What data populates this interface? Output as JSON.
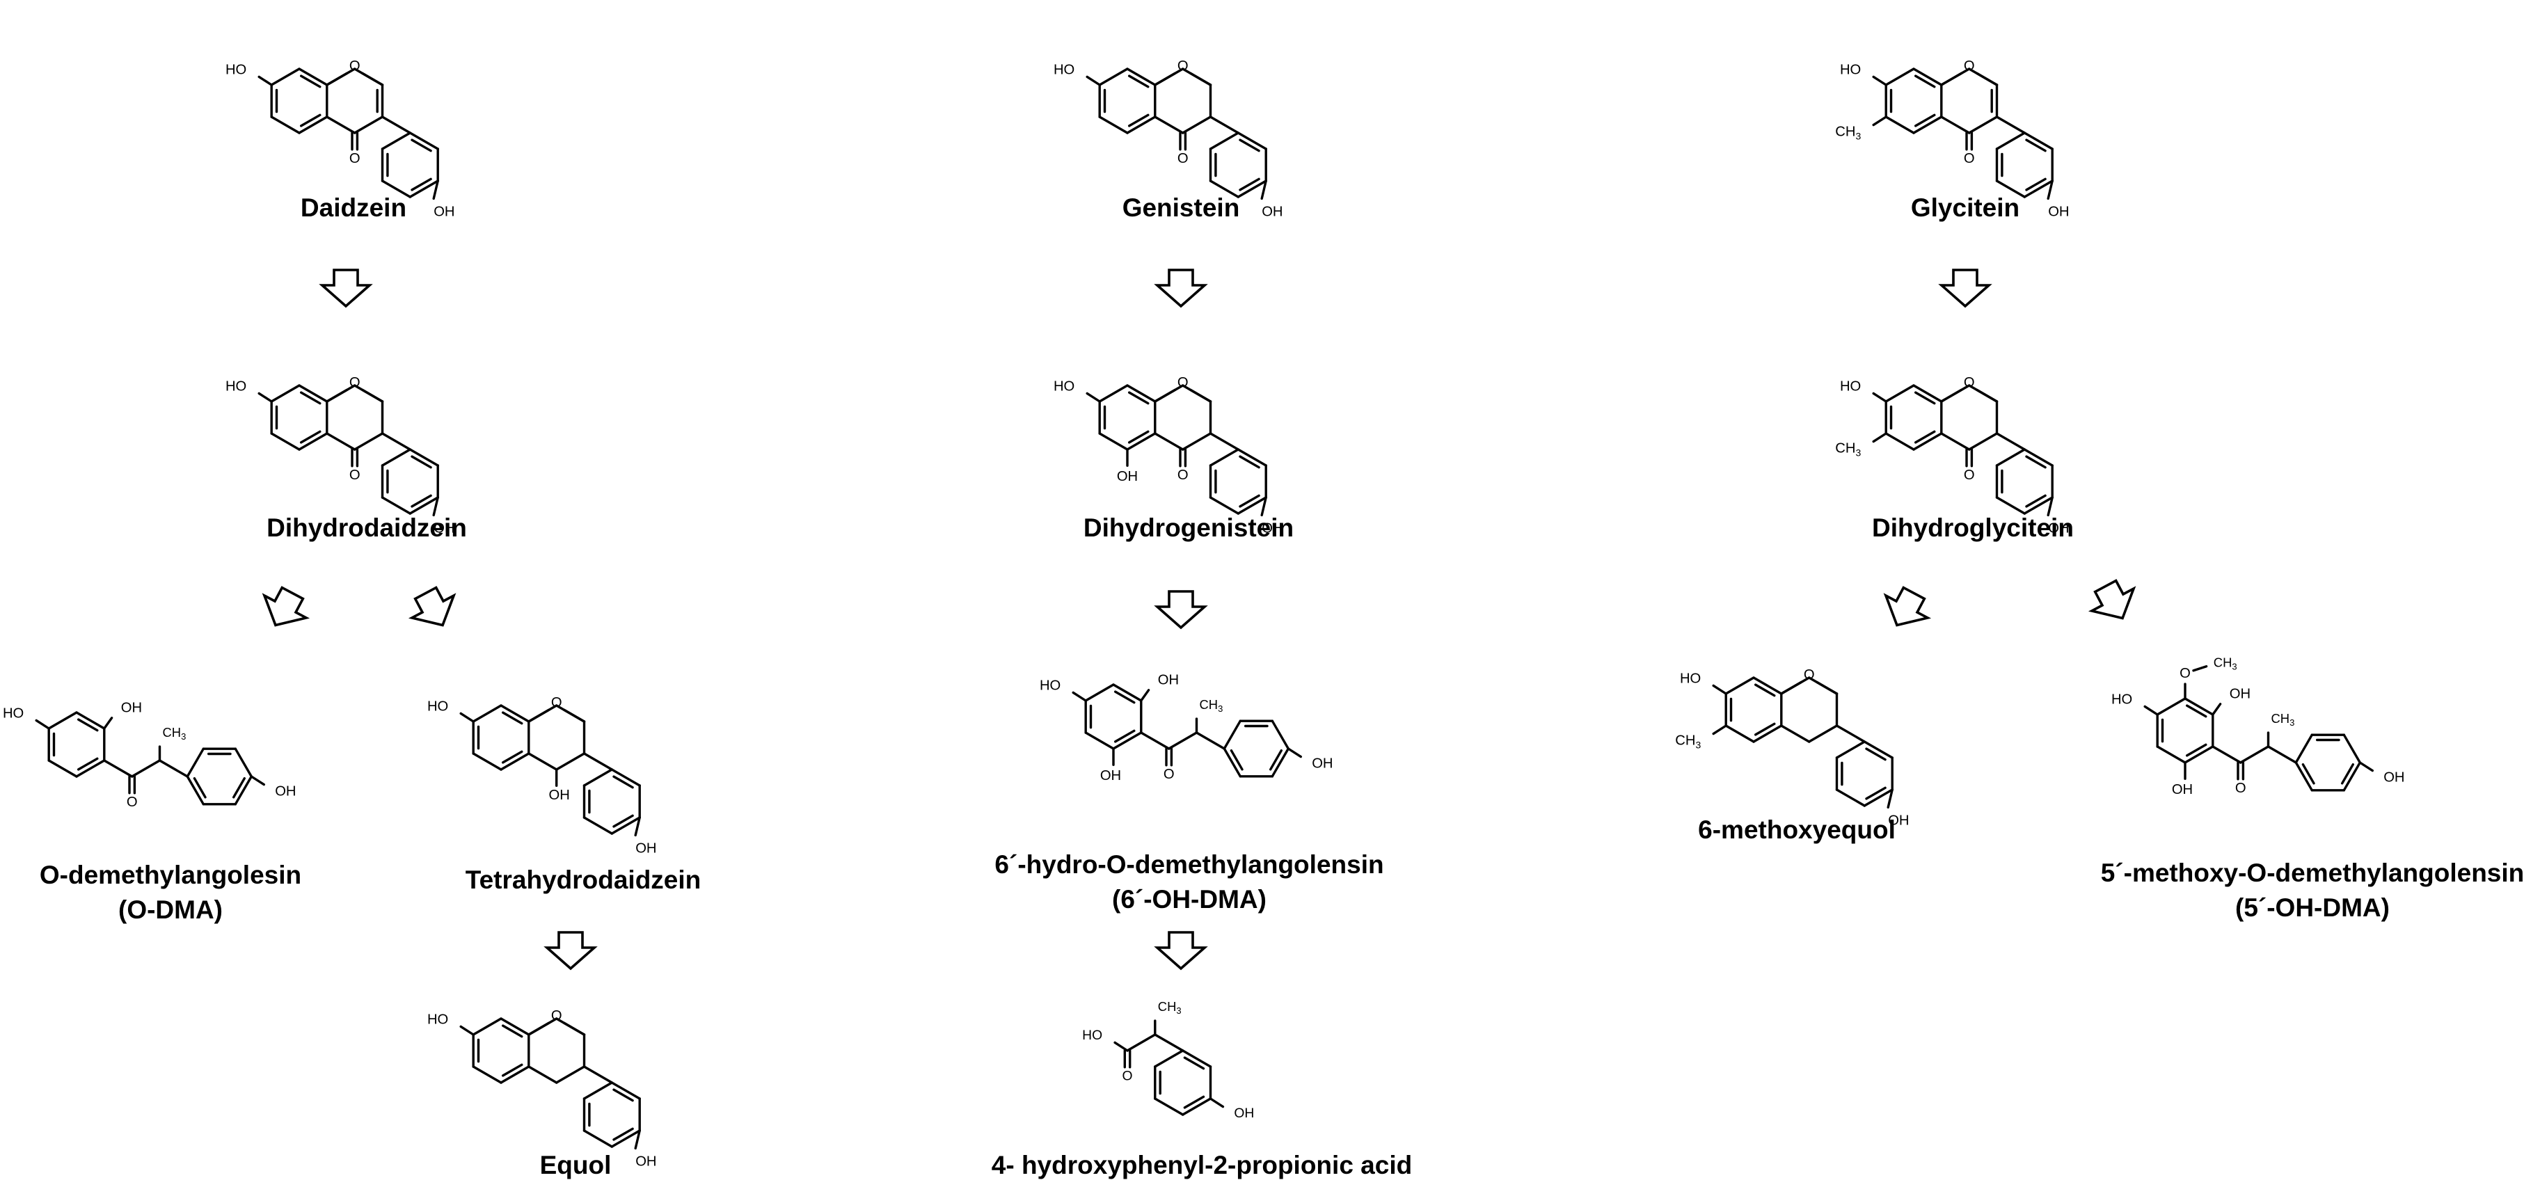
{
  "compounds": {
    "daidzein": {
      "name": "Daidzein"
    },
    "dihydrodaidzein": {
      "name": "Dihydrodaidzein"
    },
    "o_dma": {
      "name": "O-demethylangolesin",
      "abbr": "(O-DMA)"
    },
    "tetrahydrodaidzein": {
      "name": "Tetrahydrodaidzein"
    },
    "equol": {
      "name": "Equol"
    },
    "genistein": {
      "name": "Genistein"
    },
    "dihydrogenistein": {
      "name": "Dihydrogenistein"
    },
    "hydro_o_dma": {
      "name": "6´-hydro-O-demethylangolensin",
      "abbr": "(6´-OH-DMA)"
    },
    "hppa": {
      "name": "4- hydroxyphenyl-2-propionic acid"
    },
    "glycitein": {
      "name": "Glycitein"
    },
    "dihydroglycitein": {
      "name": "Dihydroglycitein"
    },
    "methoxyequol": {
      "name": "6-methoxyequol"
    },
    "methoxy_o_dma": {
      "name": "5´-methoxy-O-demethylangolensin",
      "abbr": "(5´-OH-DMA)"
    }
  },
  "atom_labels": {
    "hydroxyl": "HO",
    "hydroxyl_right": "OH",
    "oxygen": "O",
    "methyl": "CH3",
    "methoxy_methyl": "CH3"
  }
}
